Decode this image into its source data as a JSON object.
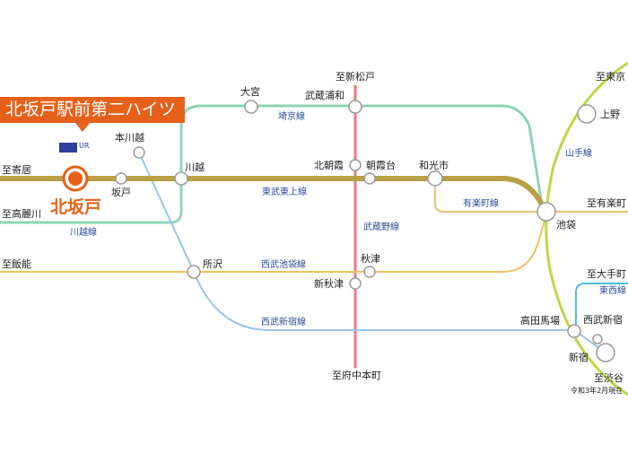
{
  "home": {
    "banner": "北坂戸駅前第二ハイツ",
    "station": "北坂戸",
    "logo_text": "UR"
  },
  "lines": {
    "tojo": "東武東上線",
    "saikyo": "埼京線",
    "kawagoe": "川越線",
    "musashino": "武蔵野線",
    "yurakucho": "有楽町線",
    "ikebukuro": "西武池袋線",
    "shinjuku": "西武新宿線",
    "yamanote": "山手線",
    "tozai": "東西線"
  },
  "stations": {
    "omiya": "大宮",
    "musashi_urawa": "武蔵浦和",
    "hon_kawagoe": "本川越",
    "kawagoe": "川越",
    "sakado": "坂戸",
    "kita_asaka": "北朝霞",
    "asakadai": "朝霞台",
    "wakoshi": "和光市",
    "ikebukuro": "池袋",
    "tokorozawa": "所沢",
    "akitsu": "秋津",
    "shin_akitsu": "新秋津",
    "takadanobaba": "高田馬場",
    "seibu_shinjuku": "西武新宿",
    "shinjuku": "新宿",
    "ueno": "上野"
  },
  "directions": {
    "to_shin_matsudo": "至新松戸",
    "to_tokyo": "至東京",
    "to_yorii": "至寄居",
    "to_komagawa": "至高麗川",
    "to_hanno": "至飯能",
    "to_yurakucho": "至有楽町",
    "to_otemachi": "至大手町",
    "to_shibuya": "至渋谷",
    "to_fuchu_honmachi": "至府中本町"
  },
  "note": "令和3年2月現在",
  "colors": {
    "tojo": "#b8a046",
    "saikyo": "#8fd4b4",
    "yamanote": "#b8d84a",
    "musashino": "#e87c7c",
    "yurakucho": "#e9c27a",
    "ikebukuro": "#f0c060",
    "shinjuku": "#9ac4e4",
    "tozai": "#58b8e4",
    "accent": "#e5611a"
  }
}
